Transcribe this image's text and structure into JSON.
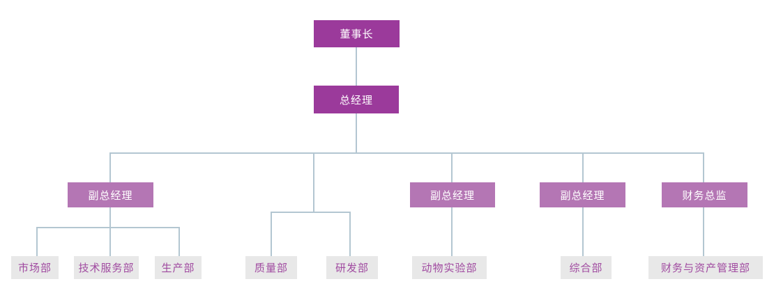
{
  "diagram": {
    "type": "org-chart",
    "background": "#ffffff",
    "colors": {
      "executive_box": "#9b3a9b",
      "manager_box": "#b476b4",
      "department_box": "#e8e8e8",
      "department_text": "#a04aa0",
      "executive_text": "#ffffff",
      "connector_line": "#b3c6d1"
    },
    "nodes": {
      "chairman": {
        "label": "董事长",
        "level": 1
      },
      "general_manager": {
        "label": "总经理",
        "level": 1
      },
      "deputy_gm_1": {
        "label": "副总经理",
        "level": 2
      },
      "deputy_gm_2": {
        "label": "副总经理",
        "level": 2
      },
      "deputy_gm_3": {
        "label": "副总经理",
        "level": 2
      },
      "finance_director": {
        "label": "财务总监",
        "level": 2
      },
      "marketing": {
        "label": "市场部",
        "level": 3
      },
      "tech_service": {
        "label": "技术服务部",
        "level": 3
      },
      "production": {
        "label": "生产部",
        "level": 3
      },
      "quality": {
        "label": "质量部",
        "level": 3
      },
      "rnd": {
        "label": "研发部",
        "level": 3
      },
      "animal_lab": {
        "label": "动物实验部",
        "level": 3
      },
      "general_affairs": {
        "label": "综合部",
        "level": 3
      },
      "finance_asset": {
        "label": "财务与资产管理部",
        "level": 3
      }
    },
    "edges": [
      {
        "from": "chairman",
        "to": "general_manager"
      },
      {
        "from": "general_manager",
        "to": "deputy_gm_1"
      },
      {
        "from": "general_manager",
        "to": "quality"
      },
      {
        "from": "general_manager",
        "to": "rnd"
      },
      {
        "from": "general_manager",
        "to": "deputy_gm_2"
      },
      {
        "from": "general_manager",
        "to": "deputy_gm_3"
      },
      {
        "from": "general_manager",
        "to": "finance_director"
      },
      {
        "from": "deputy_gm_1",
        "to": "marketing"
      },
      {
        "from": "deputy_gm_1",
        "to": "tech_service"
      },
      {
        "from": "deputy_gm_1",
        "to": "production"
      },
      {
        "from": "deputy_gm_2",
        "to": "animal_lab"
      },
      {
        "from": "deputy_gm_3",
        "to": "general_affairs"
      },
      {
        "from": "finance_director",
        "to": "finance_asset"
      }
    ]
  }
}
